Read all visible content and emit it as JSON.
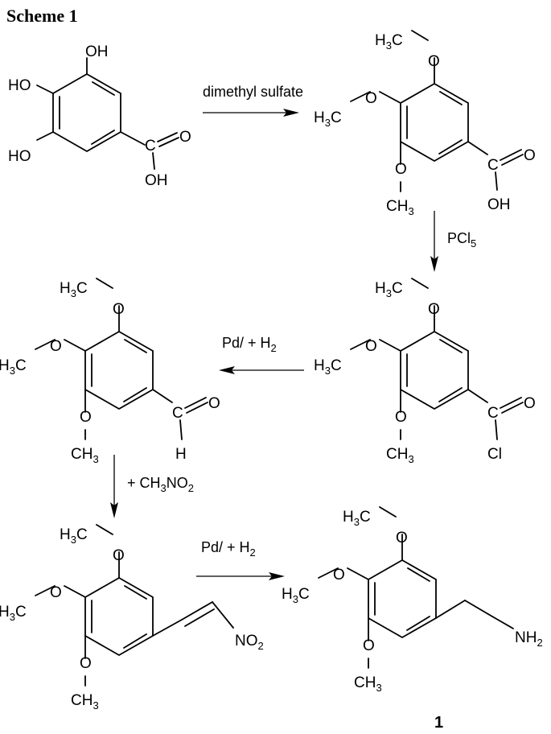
{
  "title": "Scheme 1",
  "atoms": {
    "OH": "OH",
    "HO": "HO",
    "O": "O",
    "C": "C",
    "H": "H",
    "Cl": "Cl",
    "NH": "NH",
    "NO": "NO",
    "H3C_prefix": "H",
    "H3C_suffix": "C",
    "CH3_prefix": "CH",
    "sub3": "3",
    "sub2": "2"
  },
  "reagents": {
    "step1": "dimethyl sulfate",
    "step2_prefix": "PCl",
    "step2_sub": "5",
    "step3_prefix": "Pd/ + H",
    "step3_sub": "2",
    "step4_prefix": "+ CH",
    "step4_mid_sub": "3",
    "step4_mid": "NO",
    "step4_sub": "2",
    "step5_prefix": "Pd/ + H",
    "step5_sub": "2"
  },
  "compound_label": "1"
}
